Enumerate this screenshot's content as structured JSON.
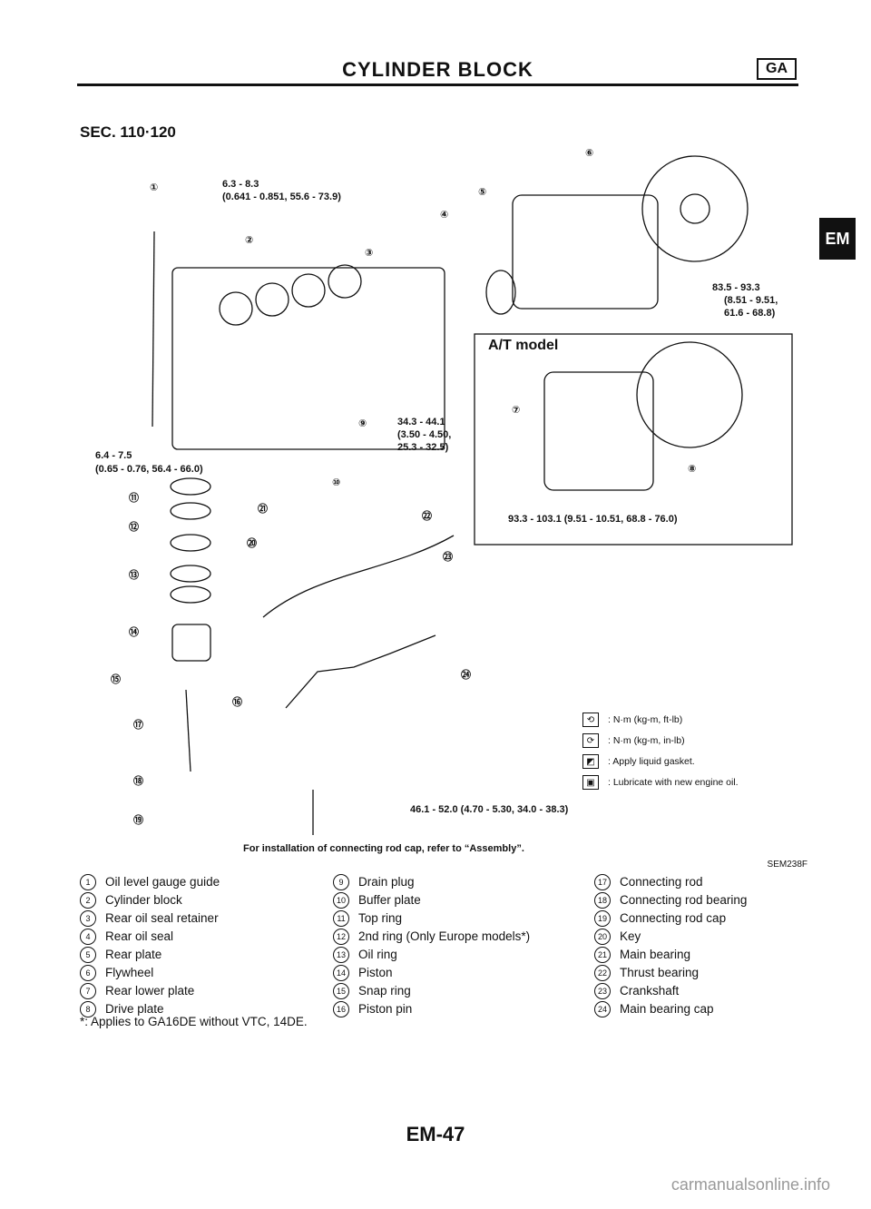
{
  "header": {
    "title": "CYLINDER BLOCK",
    "engine_badge": "GA",
    "side_tab": "EM"
  },
  "section": "SEC. 110·120",
  "diagram": {
    "torque_labels": [
      "6.3 - 8.3",
      "(0.641 - 0.851, 55.6 - 73.9)",
      "6.4 - 7.5",
      "(0.65 - 0.76, 56.4 - 66.0)",
      "34.3 - 44.1",
      "(3.50 - 4.50,",
      "25.3 - 32.5)",
      "83.5 - 93.3",
      "(8.51 - 9.51,",
      "61.6 - 68.8)",
      "93.3 - 103.1 (9.51 - 10.51, 68.8 - 76.0)",
      "46.1 - 52.0 (4.70 - 5.30, 34.0 - 38.3)",
      "For installation of connecting rod cap, refer to “Assembly”."
    ],
    "at_model_label": "A/T model",
    "figure_code": "SEM238F"
  },
  "legend": [
    {
      "symbol": "⟲",
      "text": ": N·m (kg-m, ft-lb)"
    },
    {
      "symbol": "⟳",
      "text": ": N·m (kg-m, in-lb)"
    },
    {
      "symbol": "◩",
      "text": ": Apply liquid gasket."
    },
    {
      "symbol": "▣",
      "text": ": Lubricate with new engine oil."
    }
  ],
  "parts_col1": [
    {
      "num": "1",
      "name": "Oil level gauge guide"
    },
    {
      "num": "2",
      "name": "Cylinder block"
    },
    {
      "num": "3",
      "name": "Rear oil seal retainer"
    },
    {
      "num": "4",
      "name": "Rear oil seal"
    },
    {
      "num": "5",
      "name": "Rear plate"
    },
    {
      "num": "6",
      "name": "Flywheel"
    },
    {
      "num": "7",
      "name": "Rear lower plate"
    },
    {
      "num": "8",
      "name": "Drive plate"
    }
  ],
  "parts_col2": [
    {
      "num": "9",
      "name": "Drain plug"
    },
    {
      "num": "10",
      "name": "Buffer plate"
    },
    {
      "num": "11",
      "name": "Top ring"
    },
    {
      "num": "12",
      "name": "2nd ring (Only Europe models*)"
    },
    {
      "num": "13",
      "name": "Oil ring"
    },
    {
      "num": "14",
      "name": "Piston"
    },
    {
      "num": "15",
      "name": "Snap ring"
    },
    {
      "num": "16",
      "name": "Piston pin"
    }
  ],
  "parts_col3": [
    {
      "num": "17",
      "name": "Connecting rod"
    },
    {
      "num": "18",
      "name": "Connecting rod bearing"
    },
    {
      "num": "19",
      "name": "Connecting rod cap"
    },
    {
      "num": "20",
      "name": "Key"
    },
    {
      "num": "21",
      "name": "Main bearing"
    },
    {
      "num": "22",
      "name": "Thrust bearing"
    },
    {
      "num": "23",
      "name": "Crankshaft"
    },
    {
      "num": "24",
      "name": "Main bearing cap"
    }
  ],
  "footnote": "*: Applies to GA16DE without VTC, 14DE.",
  "page_number": "EM-47",
  "watermark": "carmanualsonline.info"
}
